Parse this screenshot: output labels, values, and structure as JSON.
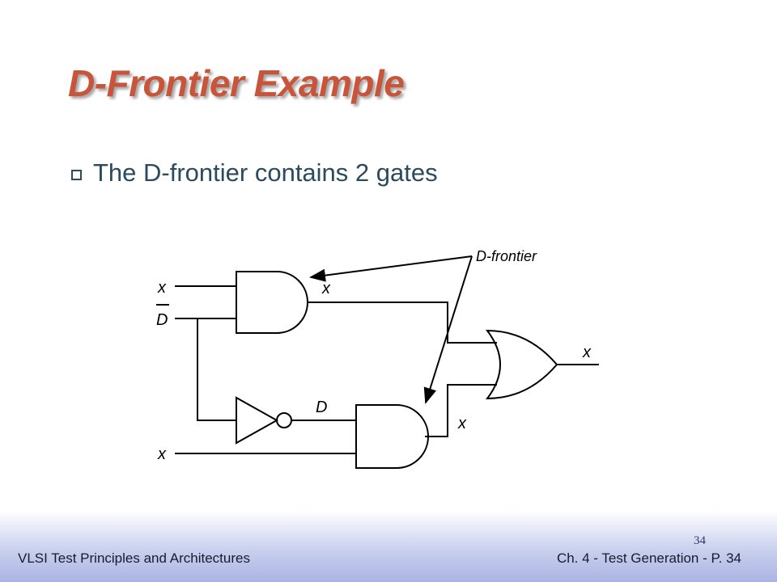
{
  "slide": {
    "title": "D-Frontier Example",
    "bullet": "The D-frontier contains 2 gates"
  },
  "diagram": {
    "input_x_top": "x",
    "input_d_bar": "D",
    "input_x_bottom": "x",
    "and1_output": "x",
    "not_output": "D",
    "and2_output": "x",
    "or_output": "x",
    "frontier_label": "D-frontier"
  },
  "footer": {
    "left": "VLSI Test Principles and Architectures",
    "right": "Ch. 4 - Test Generation - P. 34",
    "page_number": "34"
  },
  "colors": {
    "title": "#c8553a",
    "bullet_text": "#2b4a5c",
    "footer_band": "#aab4e4"
  }
}
